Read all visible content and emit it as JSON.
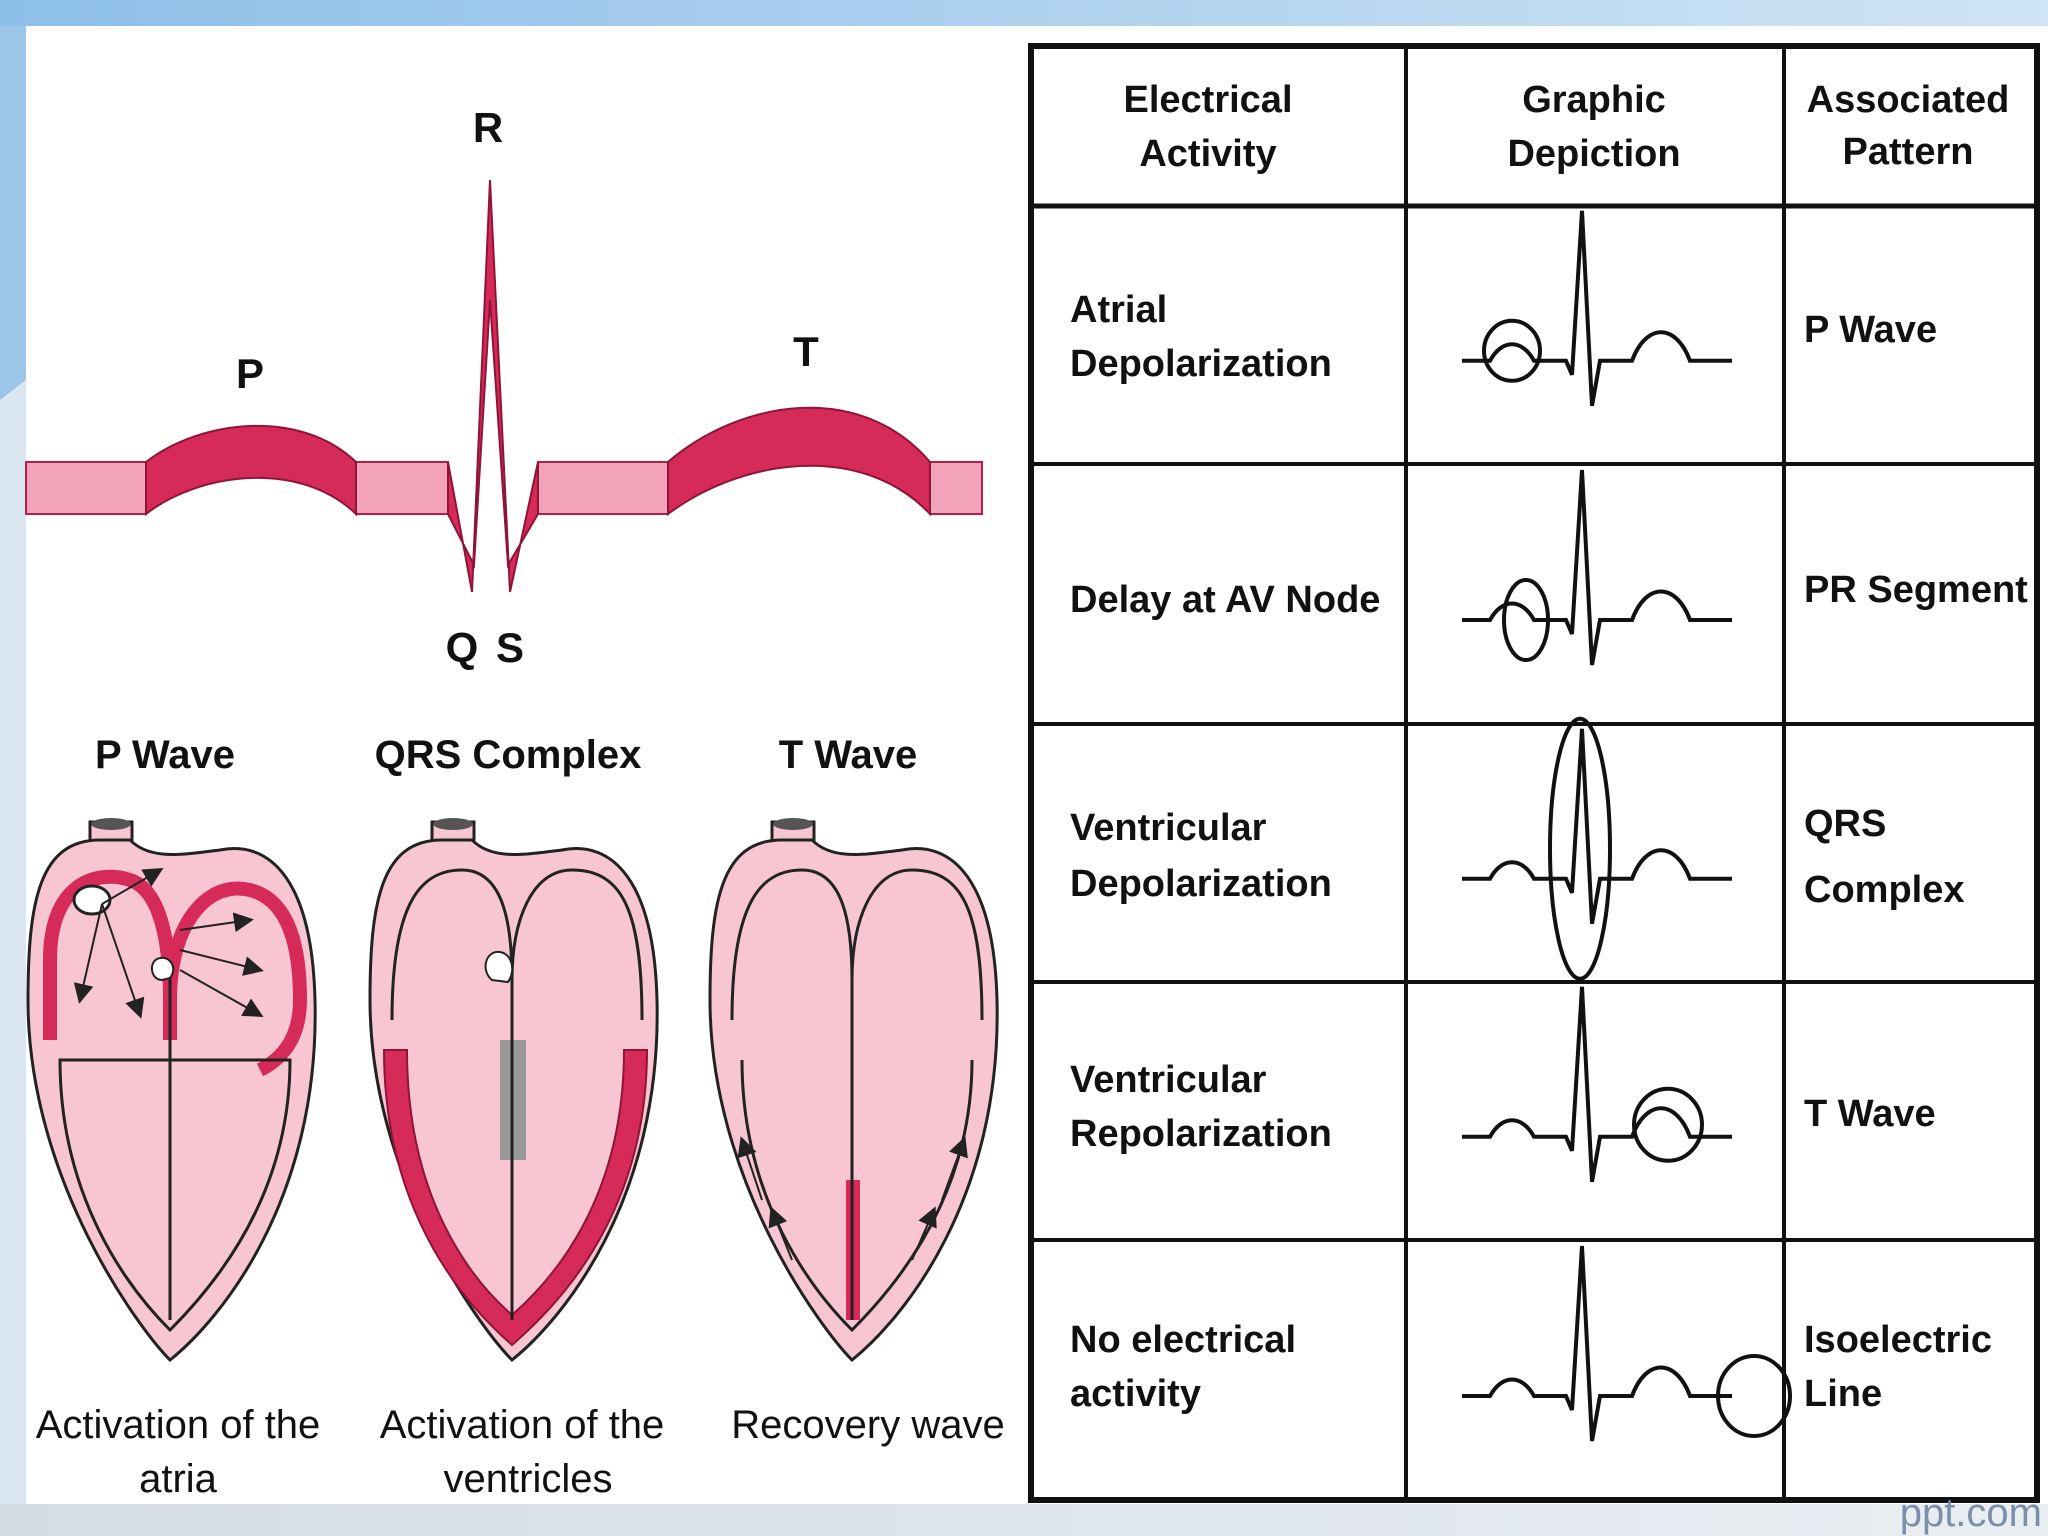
{
  "ecg_strip": {
    "labels": {
      "p": "P",
      "r": "R",
      "t": "T",
      "q": "Q",
      "s": "S"
    }
  },
  "hearts": [
    {
      "title": "P Wave",
      "caption_line1": "Activation of the",
      "caption_line2": "atria"
    },
    {
      "title": "QRS Complex",
      "caption_line1": "Activation of the",
      "caption_line2": "ventricles"
    },
    {
      "title": "T Wave",
      "caption_line1": "Recovery wave",
      "caption_line2": ""
    }
  ],
  "table": {
    "headers": [
      {
        "line1": "Electrical",
        "line2": "Activity"
      },
      {
        "line1": "Graphic",
        "line2": "Depiction"
      },
      {
        "line1": "Associated",
        "line2": "Pattern"
      }
    ],
    "rows": [
      {
        "activity": [
          "Atrial",
          "Depolarization"
        ],
        "pattern": [
          "P Wave"
        ],
        "highlight": "p"
      },
      {
        "activity": [
          "Delay at AV Node"
        ],
        "pattern": [
          "PR Segment"
        ],
        "highlight": "pr"
      },
      {
        "activity": [
          "Ventricular",
          "Depolarization"
        ],
        "pattern": [
          "QRS",
          "Complex"
        ],
        "highlight": "qrs"
      },
      {
        "activity": [
          "Ventricular",
          "Repolarization"
        ],
        "pattern": [
          "T Wave"
        ],
        "highlight": "t"
      },
      {
        "activity": [
          "No electrical",
          "activity"
        ],
        "pattern": [
          "Isoelectric",
          "Line"
        ],
        "highlight": "iso"
      }
    ]
  },
  "footer": {
    "text": "ppt.com"
  },
  "colors": {
    "accent_red": "#d62a58",
    "light_pink": "#f2a3b9",
    "heart_pink": "#f7c6d2",
    "slide_blue": "#9cc6e8"
  }
}
